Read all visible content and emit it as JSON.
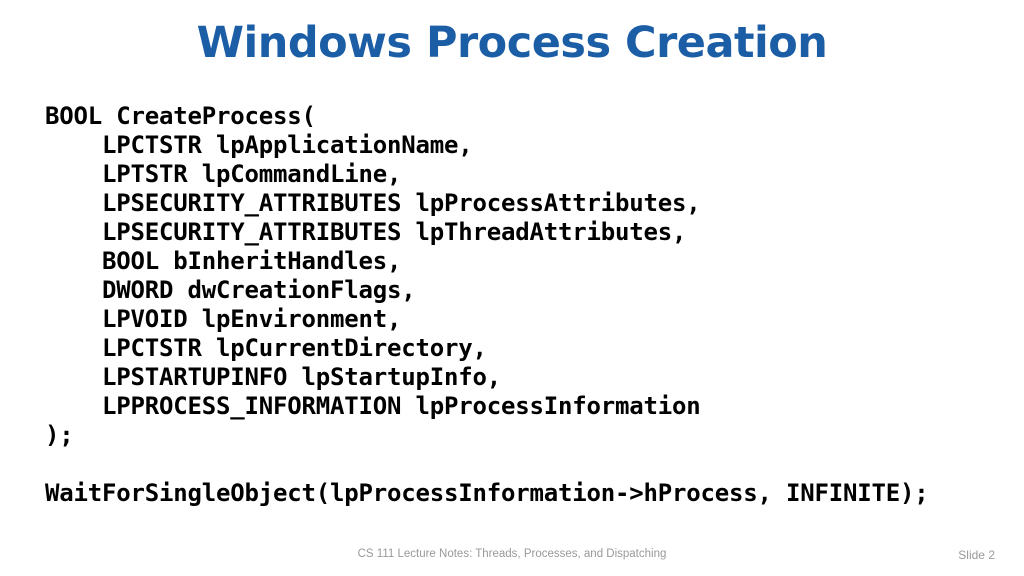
{
  "slide": {
    "title": "Windows Process Creation",
    "colors": {
      "title_blue": "#1c5ea6",
      "code_black": "#000000",
      "footer_gray": "#999999"
    },
    "code": {
      "lines": [
        "BOOL CreateProcess(",
        "    LPCTSTR lpApplicationName,",
        "    LPTSTR lpCommandLine,",
        "    LPSECURITY_ATTRIBUTES lpProcessAttributes,",
        "    LPSECURITY_ATTRIBUTES lpThreadAttributes,",
        "    BOOL bInheritHandles,",
        "    DWORD dwCreationFlags,",
        "    LPVOID lpEnvironment,",
        "    LPCTSTR lpCurrentDirectory,",
        "    LPSTARTUPINFO lpStartupInfo,",
        "    LPPROCESS_INFORMATION lpProcessInformation",
        ");",
        "",
        "WaitForSingleObject(lpProcessInformation->hProcess, INFINITE);"
      ]
    },
    "footer": {
      "center": "CS 111 Lecture Notes: Threads, Processes, and Dispatching",
      "right": "Slide 2"
    }
  }
}
